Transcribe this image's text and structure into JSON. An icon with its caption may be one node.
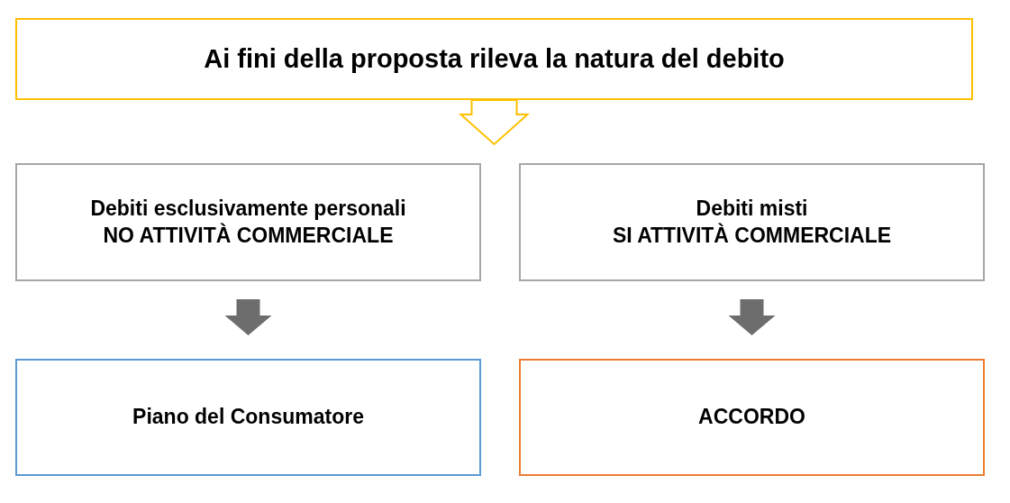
{
  "diagram": {
    "nodes": [
      {
        "text": [
          "Ai fini della proposta rileva la natura del debito"
        ]
      },
      {
        "text": [
          "Debiti esclusivamente personali",
          "NO ATTIVITÀ COMMERCIALE"
        ]
      },
      {
        "text": [
          "Debiti misti",
          "SI ATTIVITÀ COMMERCIALE"
        ]
      },
      {
        "text": [
          "Piano del Consumatore"
        ]
      },
      {
        "text": [
          "ACCORDO"
        ]
      }
    ],
    "edges": [
      {
        "from": 0,
        "to": null,
        "arrow": "to",
        "color": "#ffc000"
      },
      {
        "from": 1,
        "to": 3,
        "arrow": "to"
      },
      {
        "from": 2,
        "to": 4,
        "arrow": "to"
      }
    ]
  }
}
